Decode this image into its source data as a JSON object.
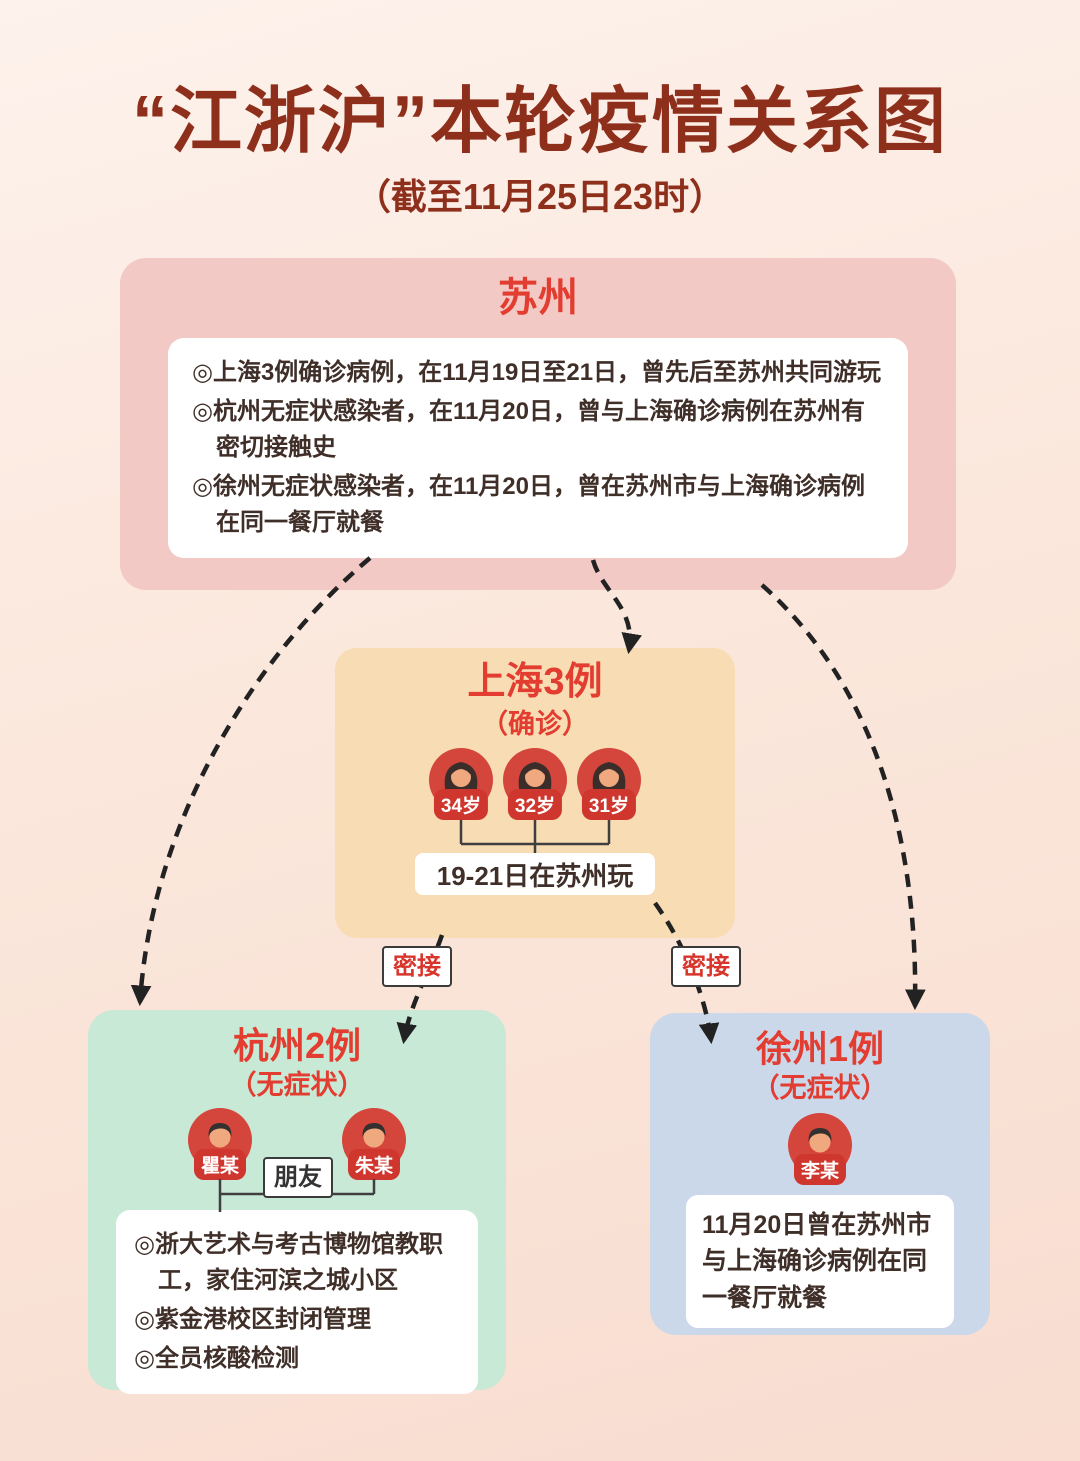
{
  "colors": {
    "background_top": "#fdf2ec",
    "background_bottom": "#f8ddd0",
    "title_text": "#8e2f1c",
    "accent_red": "#e23d30",
    "suzhou_panel": "#f2c9c4",
    "shanghai_panel": "#f8dcb4",
    "hangzhou_panel": "#c8e9d5",
    "xuzhou_panel": "#cbd8ea",
    "avatar_circle": "#d4453c",
    "body_text": "#3f2f28",
    "arrow": "#222222"
  },
  "header": {
    "title": "“江浙沪”本轮疫情关系图",
    "subtitle": "（截至11月25日23时）"
  },
  "suzhou": {
    "title": "苏州",
    "bullets": [
      "◎上海3例确诊病例，在11月19日至21日，曾先后至苏州共同游玩",
      "◎杭州无症状感染者，在11月20日，曾与上海确诊病例在苏州有密切接触史",
      "◎徐州无症状感染者，在11月20日，曾在苏州市与上海确诊病例在同一餐厅就餐"
    ]
  },
  "shanghai": {
    "title": "上海3例",
    "subtitle": "（确诊）",
    "people": [
      {
        "label": "34岁",
        "icon": "woman-avatar-icon"
      },
      {
        "label": "32岁",
        "icon": "woman-avatar-icon"
      },
      {
        "label": "31岁",
        "icon": "woman-avatar-icon"
      }
    ],
    "note": "19-21日在苏州玩"
  },
  "connections": {
    "close_contact_left": "密接",
    "close_contact_right": "密接",
    "friend": "朋友"
  },
  "hangzhou": {
    "title": "杭州2例",
    "subtitle": "（无症状）",
    "people": [
      {
        "label": "瞿某",
        "icon": "man-avatar-icon"
      },
      {
        "label": "朱某",
        "icon": "man-avatar-icon"
      }
    ],
    "bullets": [
      "◎浙大艺术与考古博物馆教职工，家住河滨之城小区",
      "◎紫金港校区封闭管理",
      "◎全员核酸检测"
    ]
  },
  "xuzhou": {
    "title": "徐州1例",
    "subtitle": "（无症状）",
    "people": [
      {
        "label": "李某",
        "icon": "man-avatar-icon"
      }
    ],
    "note": "11月20日曾在苏州市与上海确诊病例在同一餐厅就餐"
  }
}
